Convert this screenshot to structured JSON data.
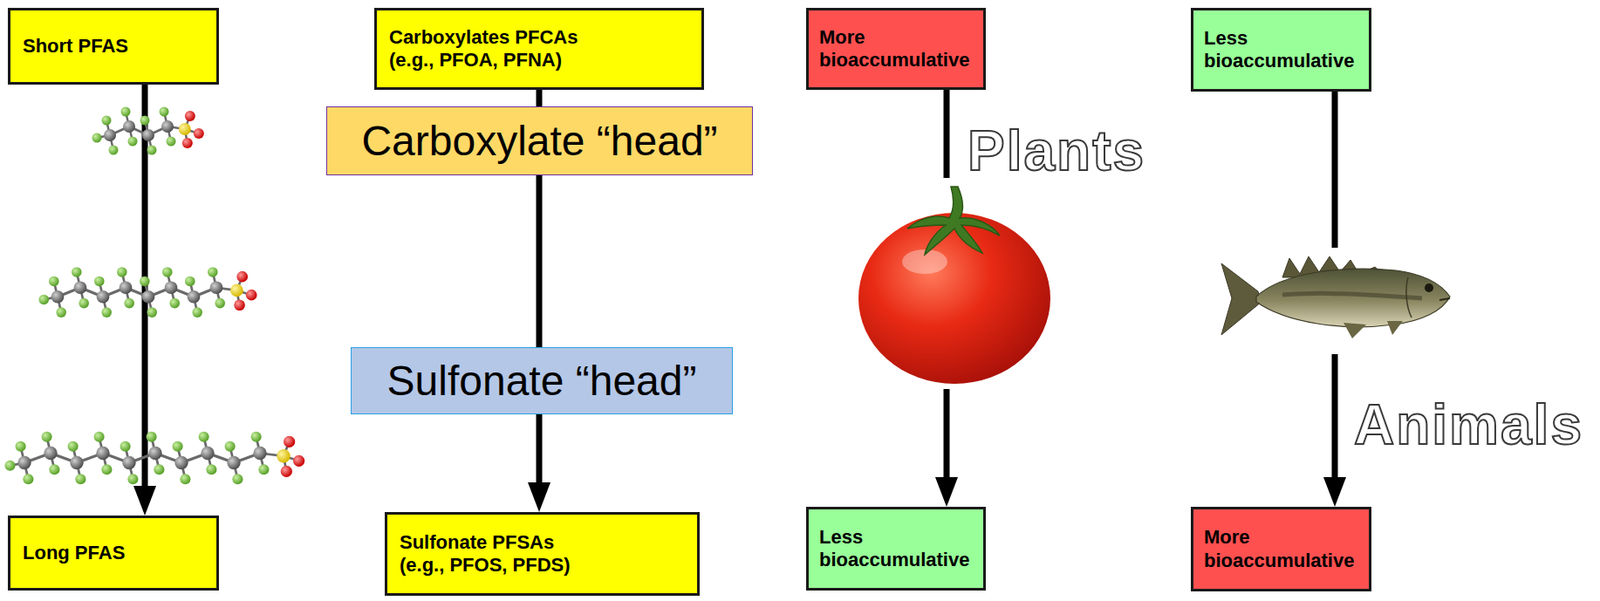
{
  "diagram": {
    "nodes": [
      {
        "text": [
          "Short PFAS"
        ]
      },
      {
        "text": [
          "Long PFAS"
        ]
      },
      {
        "text": [
          "Carboxylates PFCAs (e.g., PFOA, PFNA)"
        ]
      },
      {
        "text": [
          "Carboxylate “head”"
        ]
      },
      {
        "text": [
          "Sulfonate “head”"
        ]
      },
      {
        "text": [
          "Sulfonate PFSAs (e.g., PFOS, PFDS)"
        ]
      },
      {
        "text": [
          "More bioaccumulative"
        ]
      },
      {
        "text": [
          "Less bioaccumulative"
        ]
      },
      {
        "text": [
          "Less bioaccumulative"
        ]
      },
      {
        "text": [
          "More bioaccumulative"
        ]
      }
    ],
    "edges": [
      {
        "from": 0,
        "to": 1,
        "arrow": "to"
      },
      {
        "from": 2,
        "to": 3,
        "arrow": "none"
      },
      {
        "from": 3,
        "to": 4,
        "arrow": "none"
      },
      {
        "from": 4,
        "to": 5,
        "arrow": "to"
      },
      {
        "from": 6,
        "to": 7,
        "arrow": "to"
      },
      {
        "from": 8,
        "to": 9,
        "arrow": "to"
      }
    ],
    "labels": [
      "Plants",
      "Animals"
    ]
  }
}
